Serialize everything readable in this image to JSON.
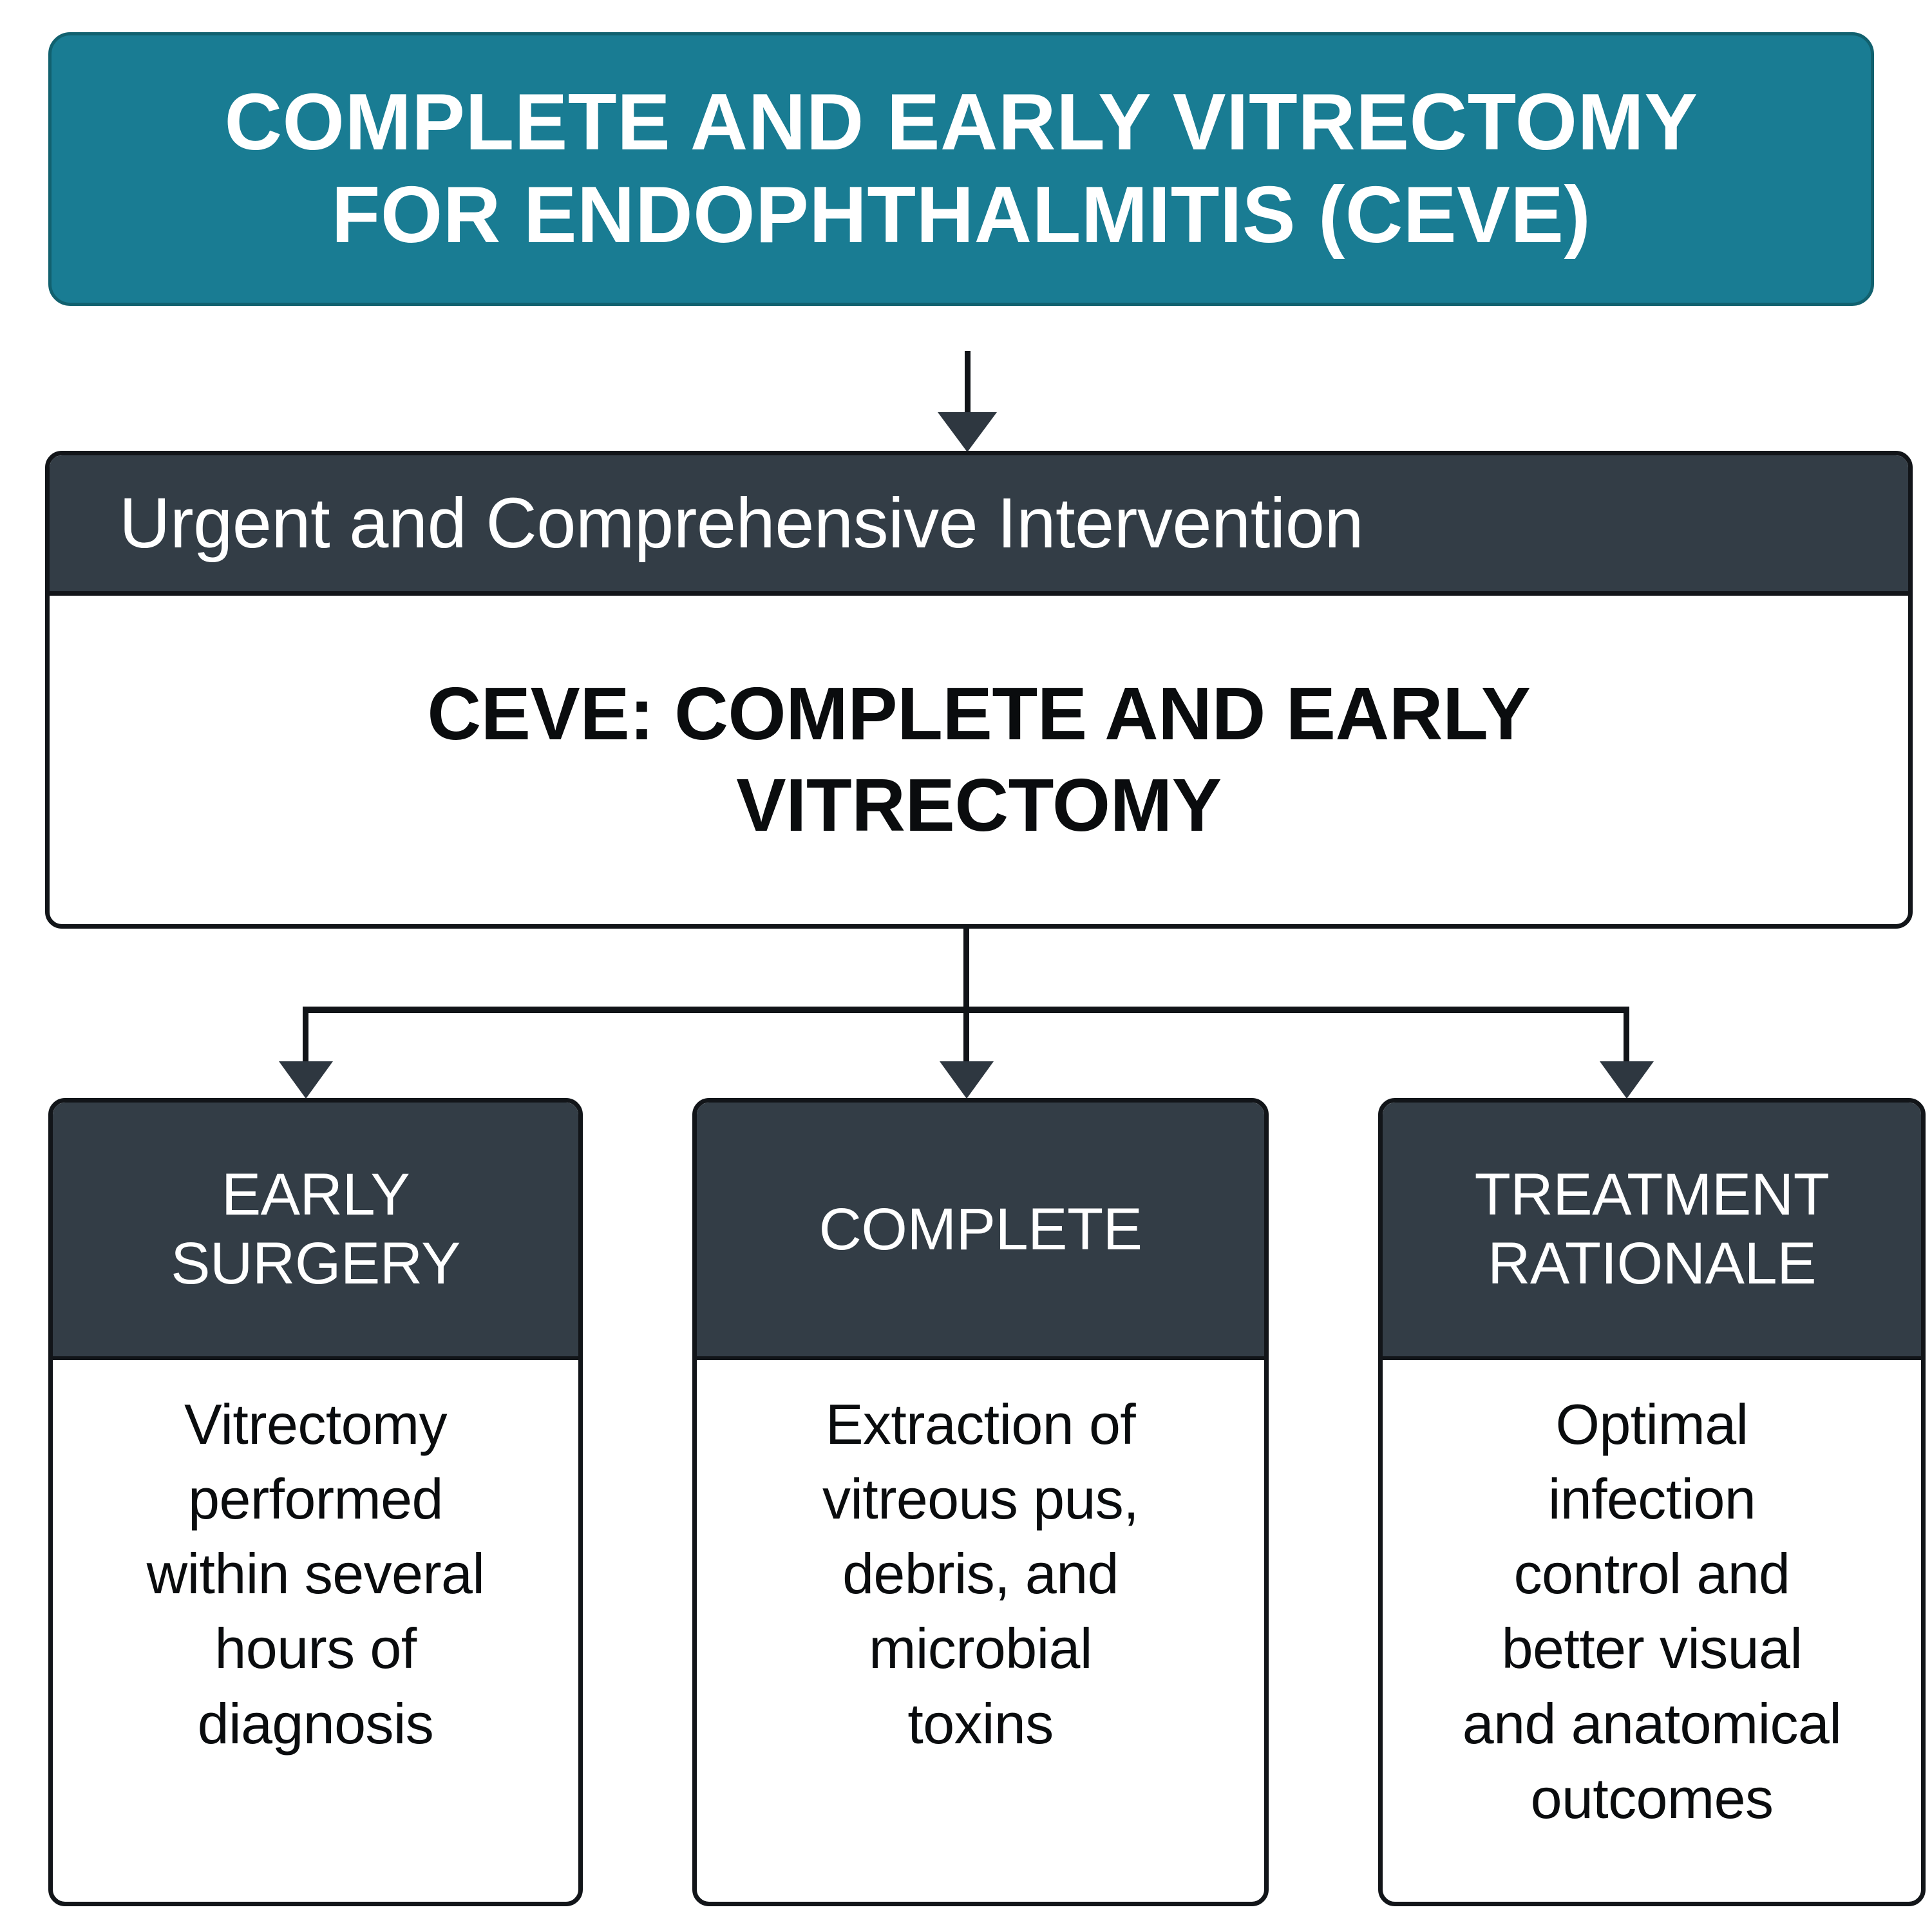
{
  "diagram": {
    "title_banner": {
      "text": "COMPLETE AND EARLY VITRECTOMY\nFOR ENDOPHTHALMITIS (CEVE)",
      "background_color": "#197C93",
      "text_color": "#FFFFFF"
    },
    "intervention_node": {
      "header": "Urgent and Comprehensive Intervention",
      "body": "CEVE: COMPLETE AND EARLY\nVITRECTOMY",
      "header_background_color": "#333D46",
      "body_background_color": "#FFFFFF"
    },
    "branches": [
      {
        "header": "EARLY\nSURGERY",
        "body": "Vitrectomy\nperformed\nwithin several\nhours of\ndiagnosis"
      },
      {
        "header": "COMPLETE",
        "body": "Extraction of\nvitreous pus,\ndebris, and\nmicrobial\ntoxins"
      },
      {
        "header": "TREATMENT\nRATIONALE",
        "body": "Optimal\ninfection\ncontrol and\nbetter visual\nand anatomical\noutcomes"
      }
    ],
    "connectors": {
      "arrow_color": "#2E3740",
      "line_color": "#111418"
    }
  }
}
